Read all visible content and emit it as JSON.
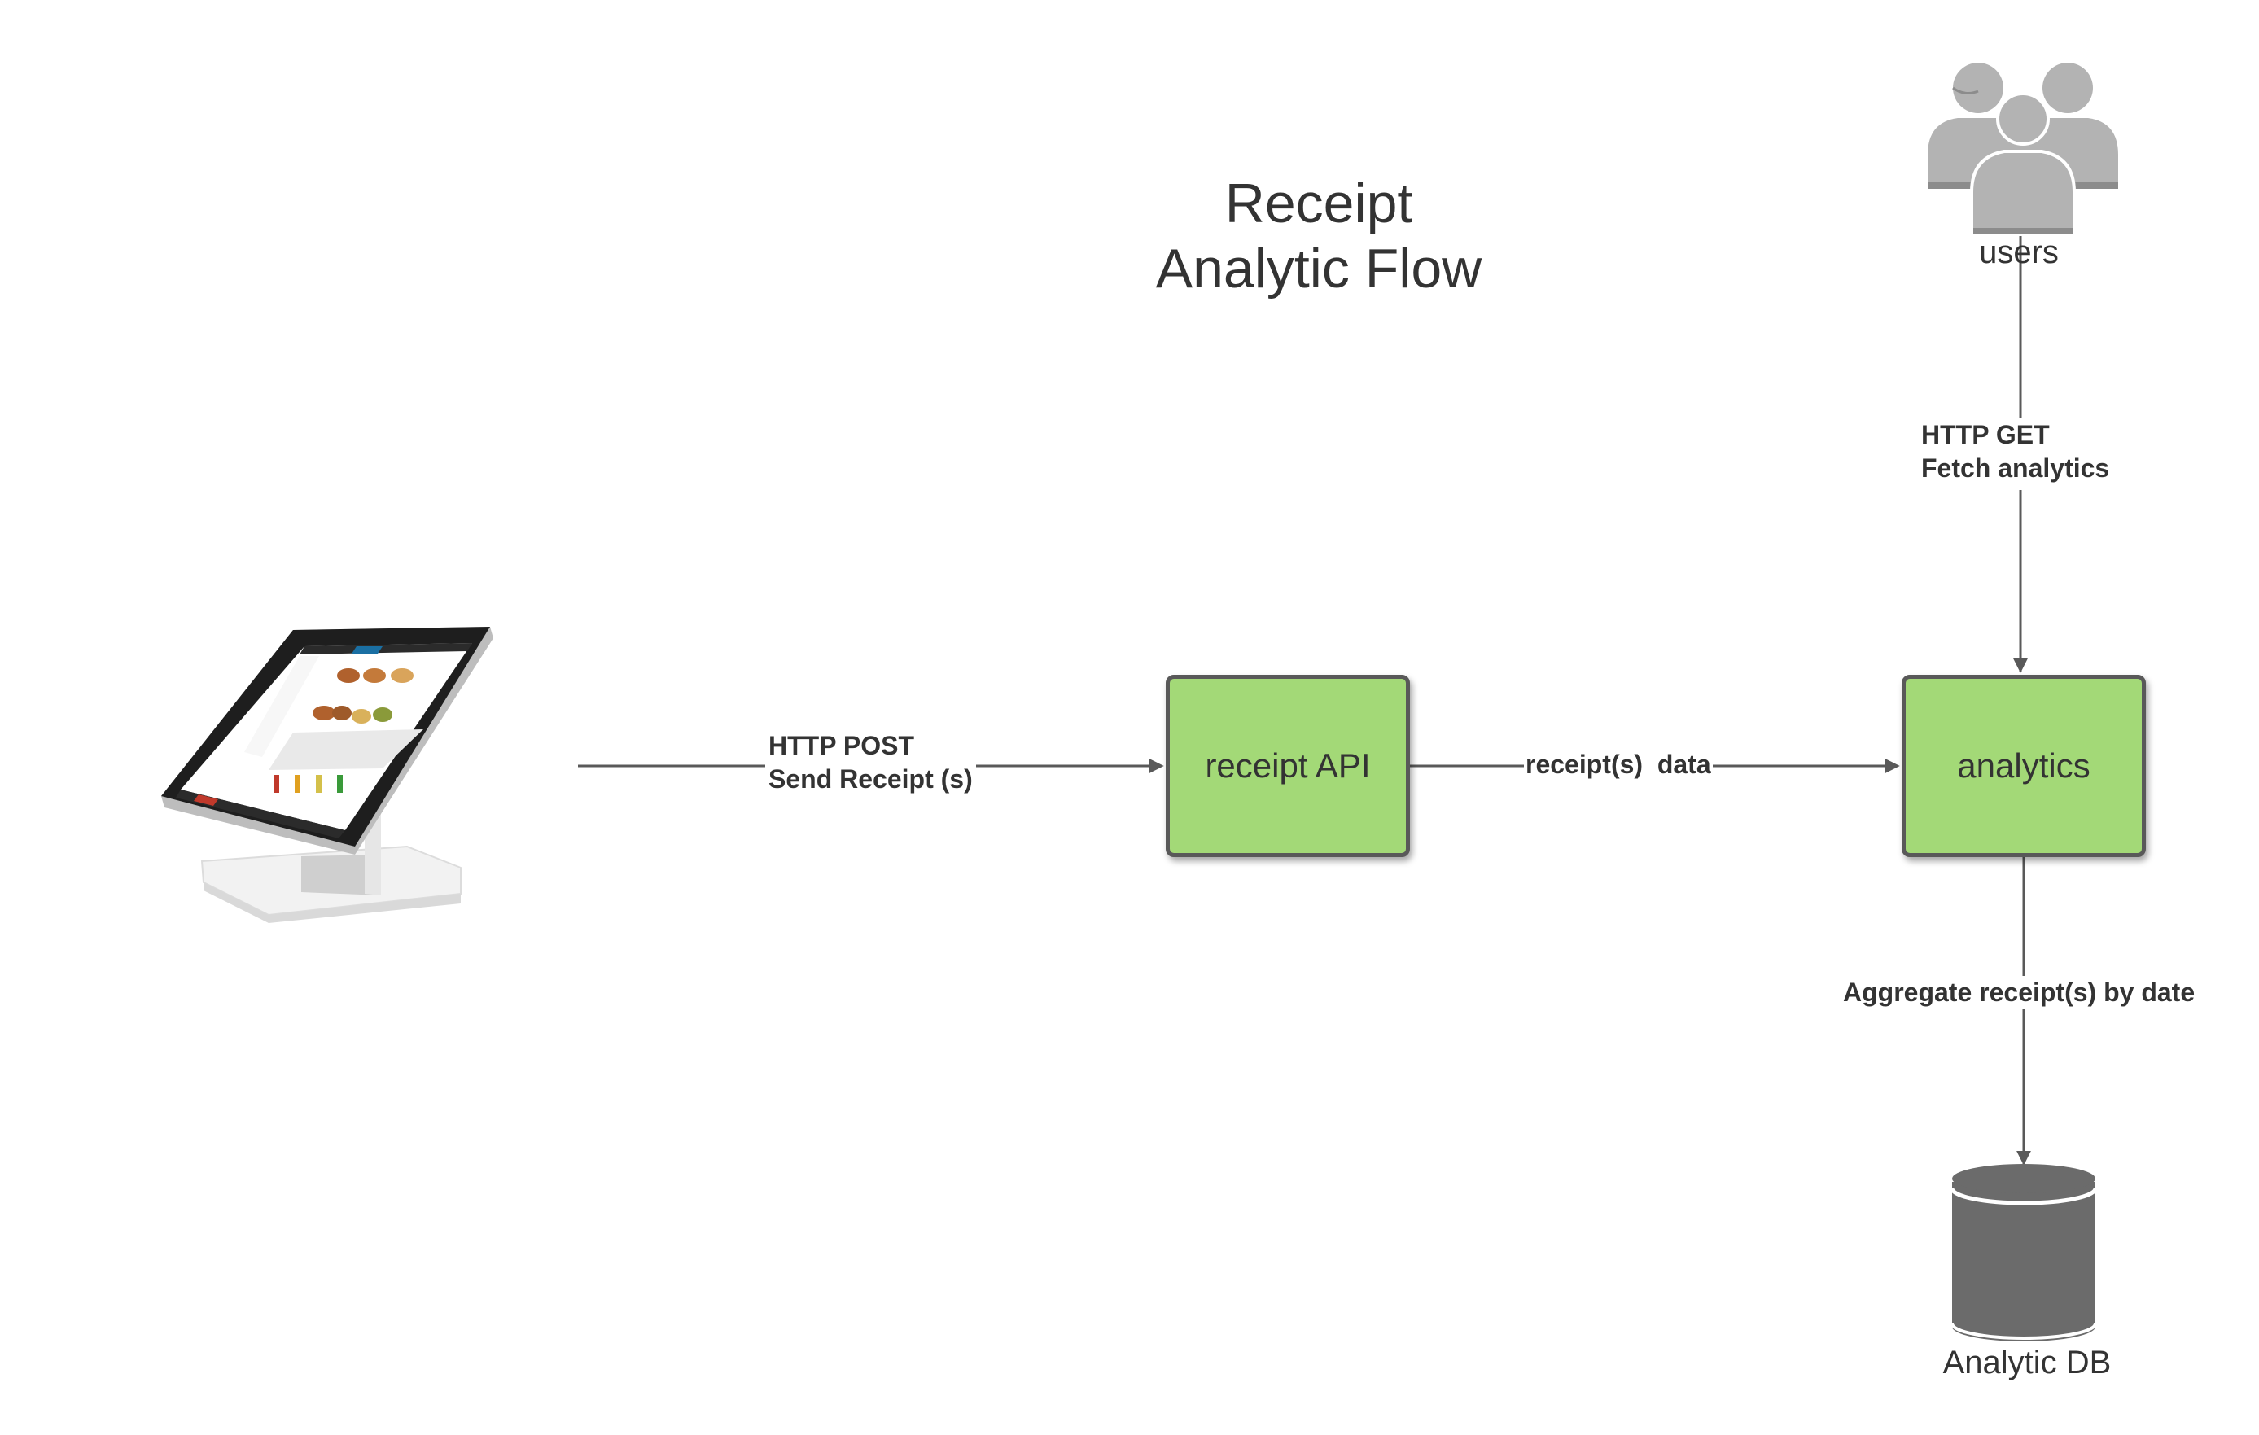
{
  "diagram": {
    "title": [
      "Receipt",
      "Analytic Flow"
    ],
    "nodes": {
      "pos_terminal": {
        "icon": "pos-terminal-icon"
      },
      "receipt_api": {
        "label": "receipt API"
      },
      "analytics": {
        "label": "analytics"
      },
      "users": {
        "label": "users",
        "icon": "users-icon"
      },
      "analytic_db": {
        "label": "Analytic DB",
        "icon": "database-icon"
      }
    },
    "edges": {
      "post": {
        "from": "pos_terminal",
        "to": "receipt_api",
        "line1": "HTTP POST",
        "line2": "Send Receipt (s)"
      },
      "data": {
        "from": "receipt_api",
        "to": "analytics",
        "label": "receipt(s)  data"
      },
      "get": {
        "from": "users",
        "to": "analytics",
        "line1": "HTTP GET",
        "line2": "Fetch analytics"
      },
      "aggregate": {
        "from": "analytics",
        "to": "analytic_db",
        "label": "Aggregate receipt(s) by date"
      }
    },
    "colors": {
      "box_fill": "#a3d977",
      "box_border": "#595959",
      "connector": "#595959",
      "icon_gray": "#b3b3b3",
      "db_gray": "#6b6b6b",
      "text": "#333333"
    }
  }
}
